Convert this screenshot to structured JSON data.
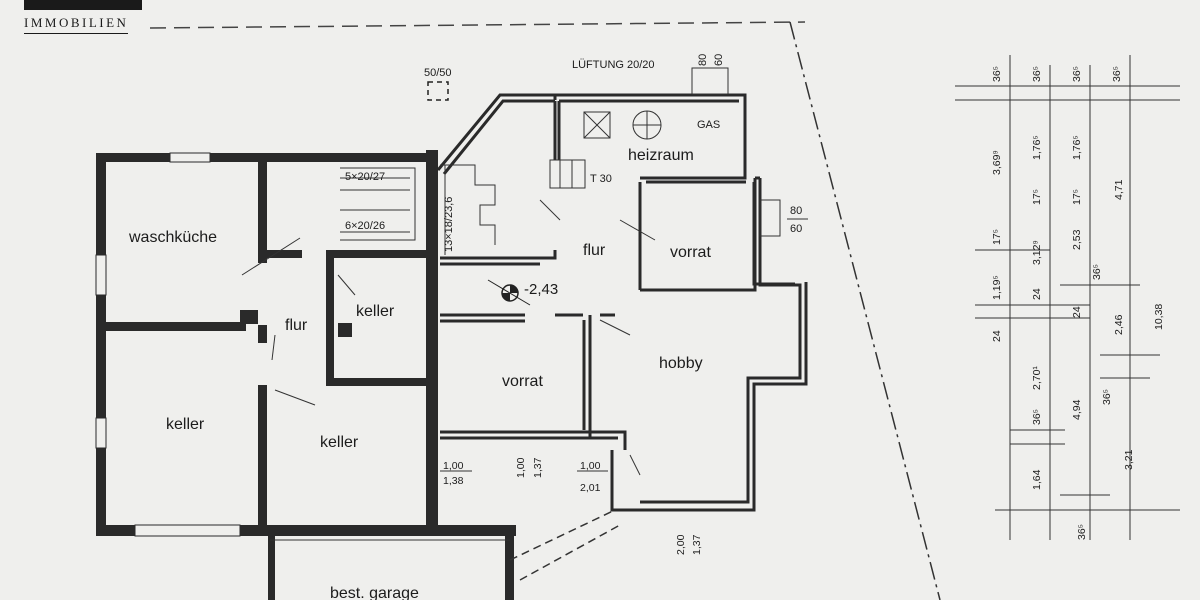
{
  "brand": {
    "name": "IMMOBILIEN"
  },
  "rooms": {
    "waschkueche": "waschküche",
    "flur_left": "flur",
    "keller_small": "keller",
    "keller_left": "keller",
    "keller_center": "keller",
    "heizraum": "heizraum",
    "flur_right": "flur",
    "vorrat_top": "vorrat",
    "vorrat_bottom": "vorrat",
    "hobby": "hobby",
    "garage": "best. garage"
  },
  "annotations": {
    "lueftung": "LÜFTUNG 20/20",
    "shaft": "50/50",
    "gas": "GAS",
    "t30": "T 30",
    "level": "-2,43",
    "stair1": "5×20/27",
    "stair2": "6×20/26",
    "stair3": "13×18/23,6",
    "vent_top": [
      "80",
      "60"
    ],
    "vent_right": [
      "80",
      "60"
    ]
  },
  "window_dims": {
    "w1": [
      "1,00",
      "1,38"
    ],
    "w2": [
      "1,00",
      "1,37"
    ],
    "w3": [
      "1,00",
      "2,01"
    ],
    "w4": [
      "2,00",
      "1,37"
    ]
  },
  "side_dims": {
    "top": [
      "36⁵",
      "36⁵",
      "36⁵"
    ],
    "col1": [
      "3,69⁹",
      "17⁵",
      "1,19⁵",
      "24",
      "36⁵",
      "1,64",
      "36⁵"
    ],
    "col2": [
      "1,76⁵",
      "17⁵",
      "3,12⁹",
      "24",
      "2,70¹",
      "4,94"
    ],
    "col3": [
      "1,76⁵",
      "17⁵",
      "2,53",
      "24",
      "36⁵",
      "36⁵"
    ],
    "col4": [
      "4,71",
      "36⁵",
      "2,46",
      "10,38",
      "3,21"
    ]
  }
}
